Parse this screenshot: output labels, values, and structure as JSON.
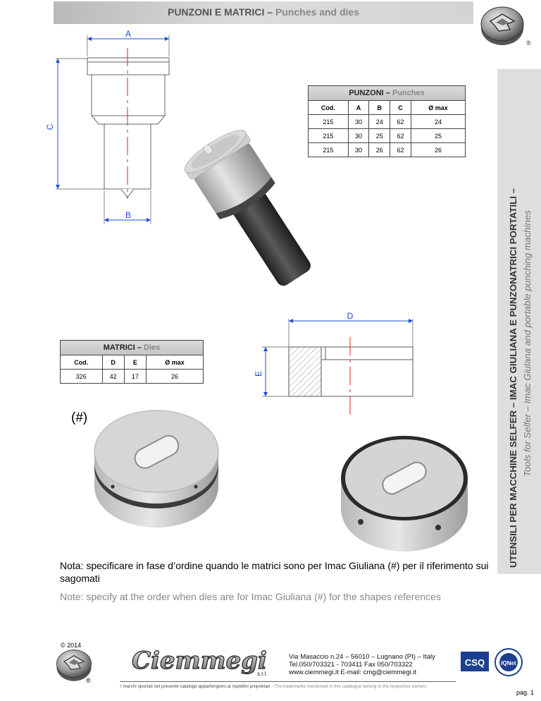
{
  "header": {
    "title_it": "PUNZONI E MATRICI – ",
    "title_en": "Punches and dies"
  },
  "side": {
    "line1": "UTENSILI PER MACCHINE SELFER – IMAC GIULIANA E PUNZONATRICI PORTATILI –",
    "line2": "Tools for Selfer – Imac Giulana and portable punching machines"
  },
  "registered": "®",
  "drawing_punch": {
    "label_a": "A",
    "label_b": "B",
    "label_c": "C"
  },
  "drawing_die": {
    "label_d": "D",
    "label_e": "E"
  },
  "punches_table": {
    "caption_it": "PUNZONI – ",
    "caption_en": "Punches",
    "headers": [
      "Cod.",
      "A",
      "B",
      "C",
      "Ø max"
    ],
    "rows": [
      [
        "215",
        "30",
        "24",
        "62",
        "24"
      ],
      [
        "215",
        "30",
        "25",
        "62",
        "25"
      ],
      [
        "215",
        "30",
        "26",
        "62",
        "26"
      ]
    ]
  },
  "dies_table": {
    "caption_it": "MATRICI – ",
    "caption_en": "Dies",
    "headers": [
      "Cod.",
      "D",
      "E",
      "Ø max"
    ],
    "rows": [
      [
        "326",
        "42",
        "17",
        "26"
      ]
    ]
  },
  "hash_label": "(#)",
  "notes": {
    "it": "Nota: specificare in fase d’ordine quando le matrici sono per Imac Giuliana (#) per il riferimento sui sagomati",
    "en": "Note: specify at the order when dies are for Imac  Giuliana (#) for the shapes references"
  },
  "footer": {
    "copyright": "© 2014",
    "brand": "Ciemmegi",
    "brand_suffix": "s.r.l.",
    "address_line1": "Via Masaccio n.24 – 56010 – Lugnano (PI) – Italy",
    "address_line2": "Tel.050/703321 - 703411  Fax 050/703322",
    "address_line3": "www.ciemmegi.it   E-mail: cmg@ciemmegi.it",
    "trademark_it": "I marchi riportati nel presente catalogo appartengono ai rispettivi proprietari - ",
    "trademark_en": "The trademarks mentioned in this catalogue belong to the respective owners.",
    "cert_csq": "CSQ",
    "cert_iqnet": "IQNet",
    "page": "pag. 1"
  }
}
